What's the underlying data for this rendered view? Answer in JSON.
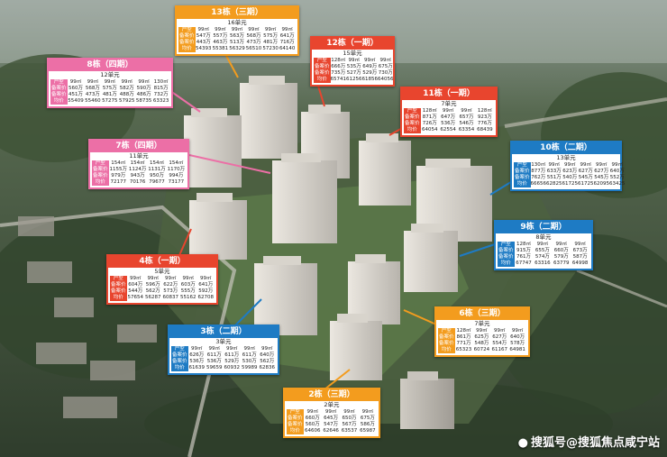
{
  "colors": {
    "orange": "#f39c1e",
    "red": "#e8452e",
    "pink": "#ec6fa6",
    "blue": "#1e7bc4"
  },
  "row_labels": [
    "户型",
    "备案价",
    "备案价",
    "均价"
  ],
  "buildings": [
    {
      "id": "b13",
      "color_key": "orange",
      "title": "13栋（三期）",
      "units": "16单元",
      "columns": [
        [
          "99㎡",
          "547万",
          "443万",
          "54393"
        ],
        [
          "99㎡",
          "557万",
          "463万",
          "55381"
        ],
        [
          "99㎡",
          "563万",
          "513万",
          "56329"
        ],
        [
          "99㎡",
          "568万",
          "473万",
          "56510"
        ],
        [
          "99㎡",
          "575万",
          "481万",
          "57230"
        ],
        [
          "99㎡",
          "641万",
          "716万",
          "64140"
        ]
      ]
    },
    {
      "id": "b12",
      "color_key": "red",
      "title": "12栋（一期）",
      "units": "15单元",
      "columns": [
        [
          "128㎡",
          "666万",
          "735万",
          "65741"
        ],
        [
          "99㎡",
          "535万",
          "527万",
          "61256"
        ],
        [
          "99㎡",
          "649万",
          "529万",
          "61856"
        ],
        [
          "99㎡",
          "675万",
          "730万",
          "64056"
        ]
      ]
    },
    {
      "id": "b8",
      "color_key": "pink",
      "title": "8栋（四期）",
      "units": "12单元",
      "columns": [
        [
          "99㎡",
          "560万",
          "451万",
          "55409"
        ],
        [
          "99㎡",
          "568万",
          "473万",
          "55460"
        ],
        [
          "99㎡",
          "575万",
          "481万",
          "57275"
        ],
        [
          "99㎡",
          "582万",
          "488万",
          "57925"
        ],
        [
          "99㎡",
          "590万",
          "486万",
          "58735"
        ],
        [
          "130㎡",
          "815万",
          "732万",
          "63323"
        ]
      ]
    },
    {
      "id": "b11",
      "color_key": "red",
      "title": "11栋（一期）",
      "units": "7单元",
      "columns": [
        [
          "128㎡",
          "871万",
          "726万",
          "64054"
        ],
        [
          "99㎡",
          "647万",
          "536万",
          "62554"
        ],
        [
          "99㎡",
          "657万",
          "546万",
          "63354"
        ],
        [
          "128㎡",
          "923万",
          "776万",
          "68439"
        ]
      ]
    },
    {
      "id": "b7",
      "color_key": "pink",
      "title": "7栋（四期）",
      "units": "11单元",
      "columns": [
        [
          "154㎡",
          "1155万",
          "979万",
          "72177"
        ],
        [
          "154㎡",
          "1124万",
          "943万",
          "70176"
        ],
        [
          "154㎡",
          "1131万",
          "950万",
          "79677"
        ],
        [
          "154㎡",
          "1170万",
          "994万",
          "73177"
        ]
      ]
    },
    {
      "id": "b10",
      "color_key": "blue",
      "title": "10栋（二期）",
      "units": "13单元",
      "columns": [
        [
          "130㎡",
          "877万",
          "762万",
          "66656"
        ],
        [
          "99㎡",
          "633万",
          "551万",
          "62825"
        ],
        [
          "99㎡",
          "623万",
          "540万",
          "61725"
        ],
        [
          "99㎡",
          "627万",
          "545万",
          "61725"
        ],
        [
          "99㎡",
          "627万",
          "545万",
          "62095"
        ],
        [
          "99㎡",
          "640万",
          "552万",
          "63425"
        ]
      ]
    },
    {
      "id": "b9",
      "color_key": "blue",
      "title": "9栋（二期）",
      "units": "8单元",
      "columns": [
        [
          "128㎡",
          "915万",
          "761万",
          "67747"
        ],
        [
          "99㎡",
          "655万",
          "574万",
          "63316"
        ],
        [
          "99㎡",
          "660万",
          "579万",
          "63779"
        ],
        [
          "99㎡",
          "673万",
          "587万",
          "64998"
        ]
      ]
    },
    {
      "id": "b4",
      "color_key": "red",
      "title": "4栋（一期）",
      "units": "5单元",
      "columns": [
        [
          "99㎡",
          "604万",
          "544万",
          "57654"
        ],
        [
          "99㎡",
          "596万",
          "562万",
          "56287"
        ],
        [
          "99㎡",
          "622万",
          "573万",
          "60837"
        ],
        [
          "99㎡",
          "603万",
          "555万",
          "55162"
        ],
        [
          "99㎡",
          "641万",
          "592万",
          "62708"
        ]
      ]
    },
    {
      "id": "b3",
      "color_key": "blue",
      "title": "3栋（二期）",
      "units": "3单元",
      "columns": [
        [
          "99㎡",
          "626万",
          "536万",
          "61639"
        ],
        [
          "99㎡",
          "611万",
          "536万",
          "59659"
        ],
        [
          "99㎡",
          "611万",
          "529万",
          "60932"
        ],
        [
          "99㎡",
          "611万",
          "530万",
          "59989"
        ],
        [
          "99㎡",
          "640万",
          "562万",
          "62836"
        ]
      ]
    },
    {
      "id": "b6",
      "color_key": "orange",
      "title": "6栋（三期）",
      "units": "7单元",
      "columns": [
        [
          "128㎡",
          "861万",
          "771万",
          "65323"
        ],
        [
          "99㎡",
          "625万",
          "548万",
          "60724"
        ],
        [
          "99㎡",
          "627万",
          "554万",
          "61167"
        ],
        [
          "99㎡",
          "640万",
          "578万",
          "64981"
        ]
      ]
    },
    {
      "id": "b2",
      "color_key": "orange",
      "title": "2栋（三期）",
      "units": "2单元",
      "columns": [
        [
          "99㎡",
          "660万",
          "560万",
          "64606"
        ],
        [
          "99㎡",
          "645万",
          "547万",
          "62646"
        ],
        [
          "99㎡",
          "650万",
          "567万",
          "63537"
        ],
        [
          "99㎡",
          "675万",
          "586万",
          "65987"
        ]
      ]
    }
  ],
  "watermark": "搜狐号@搜狐焦点咸宁站"
}
